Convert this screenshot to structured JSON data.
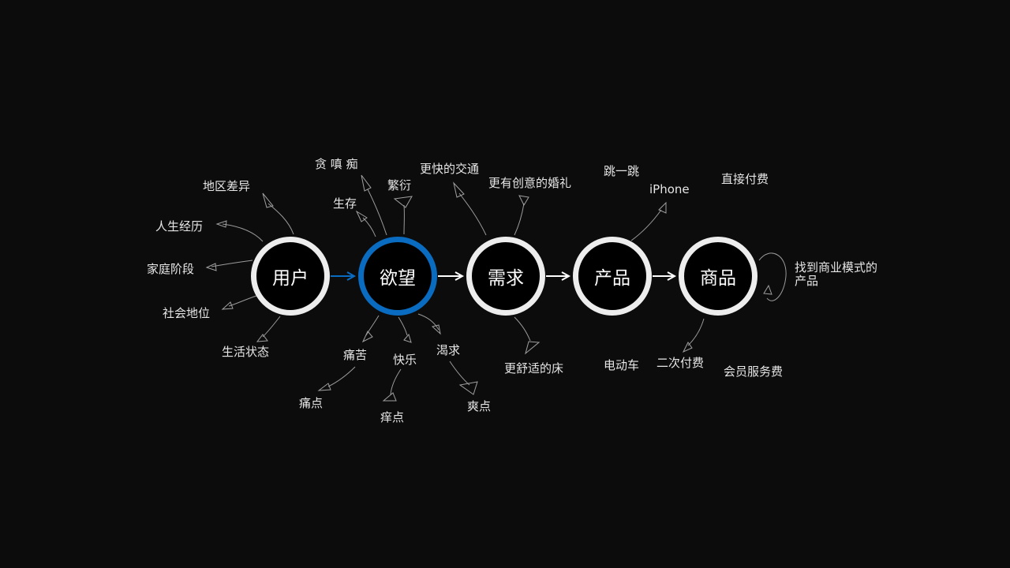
{
  "nodes": [
    {
      "id": "user",
      "label": "用户"
    },
    {
      "id": "desire",
      "label": "欲望"
    },
    {
      "id": "need",
      "label": "需求"
    },
    {
      "id": "product",
      "label": "产品"
    },
    {
      "id": "goods",
      "label": "商品"
    }
  ],
  "user_labels": {
    "region": "地区差异",
    "life": "人生经历",
    "family": "家庭阶段",
    "social": "社会地位",
    "living": "生活状态"
  },
  "desire_labels": {
    "greed": "贪 嗔 痴",
    "survive": "生存",
    "reproduce": "繁衍",
    "pain": "痛苦",
    "happy": "快乐",
    "thirst": "渴求",
    "painpoint": "痛点",
    "itchpoint": "痒点",
    "coolpoint": "爽点"
  },
  "need_labels": {
    "transport": "更快的交通",
    "wedding": "更有创意的婚礼",
    "bed": "更舒适的床"
  },
  "product_labels": {
    "jump": "跳一跳",
    "iphone": "iPhone",
    "ev": "电动车"
  },
  "goods_labels": {
    "direct": "直接付费",
    "second": "二次付费",
    "member": "会员服务费",
    "business": "找到商业模式的产品"
  },
  "colors": {
    "background": "#0c0c0c",
    "ring": "#ededed",
    "active_ring": "#0a6cc0",
    "text": "#e6e6e6"
  }
}
